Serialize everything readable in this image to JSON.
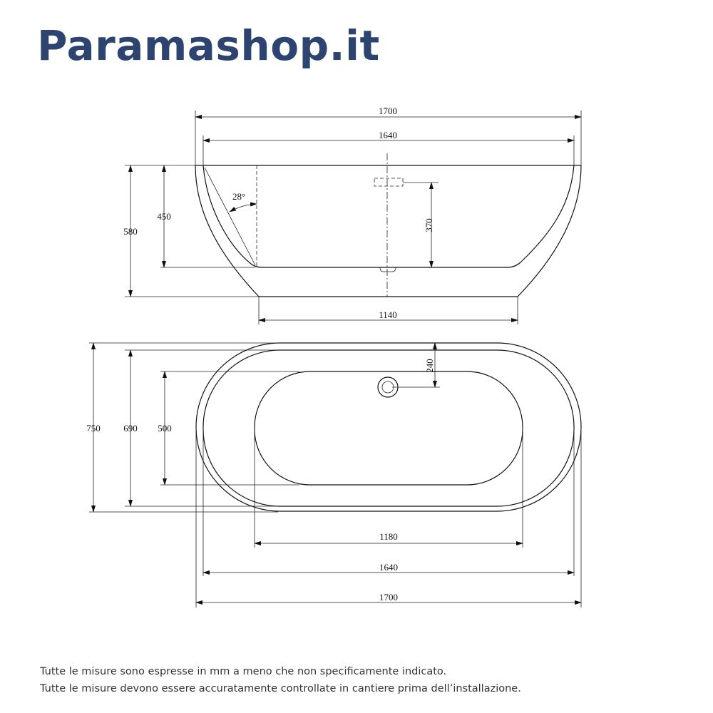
{
  "brand": {
    "name": "Paramashop.it",
    "color": "#2e4470"
  },
  "side_view": {
    "overall_length": "1700",
    "inner_length": "1640",
    "base_length": "1140",
    "total_height": "580",
    "inner_depth": "450",
    "overflow_height": "370",
    "backrest_angle": "28°"
  },
  "top_view": {
    "overall_width": "750",
    "inner_width": "690",
    "basin_width": "500",
    "drain_offset": "240",
    "basin_length": "1180",
    "inner_length": "1640",
    "overall_length": "1700"
  },
  "notes": [
    "Tutte le misure sono espresse in mm a meno che non specificamente indicato.",
    "Tutte le misure devono essere accuratamente controllate in cantiere prima dell’installazione."
  ]
}
